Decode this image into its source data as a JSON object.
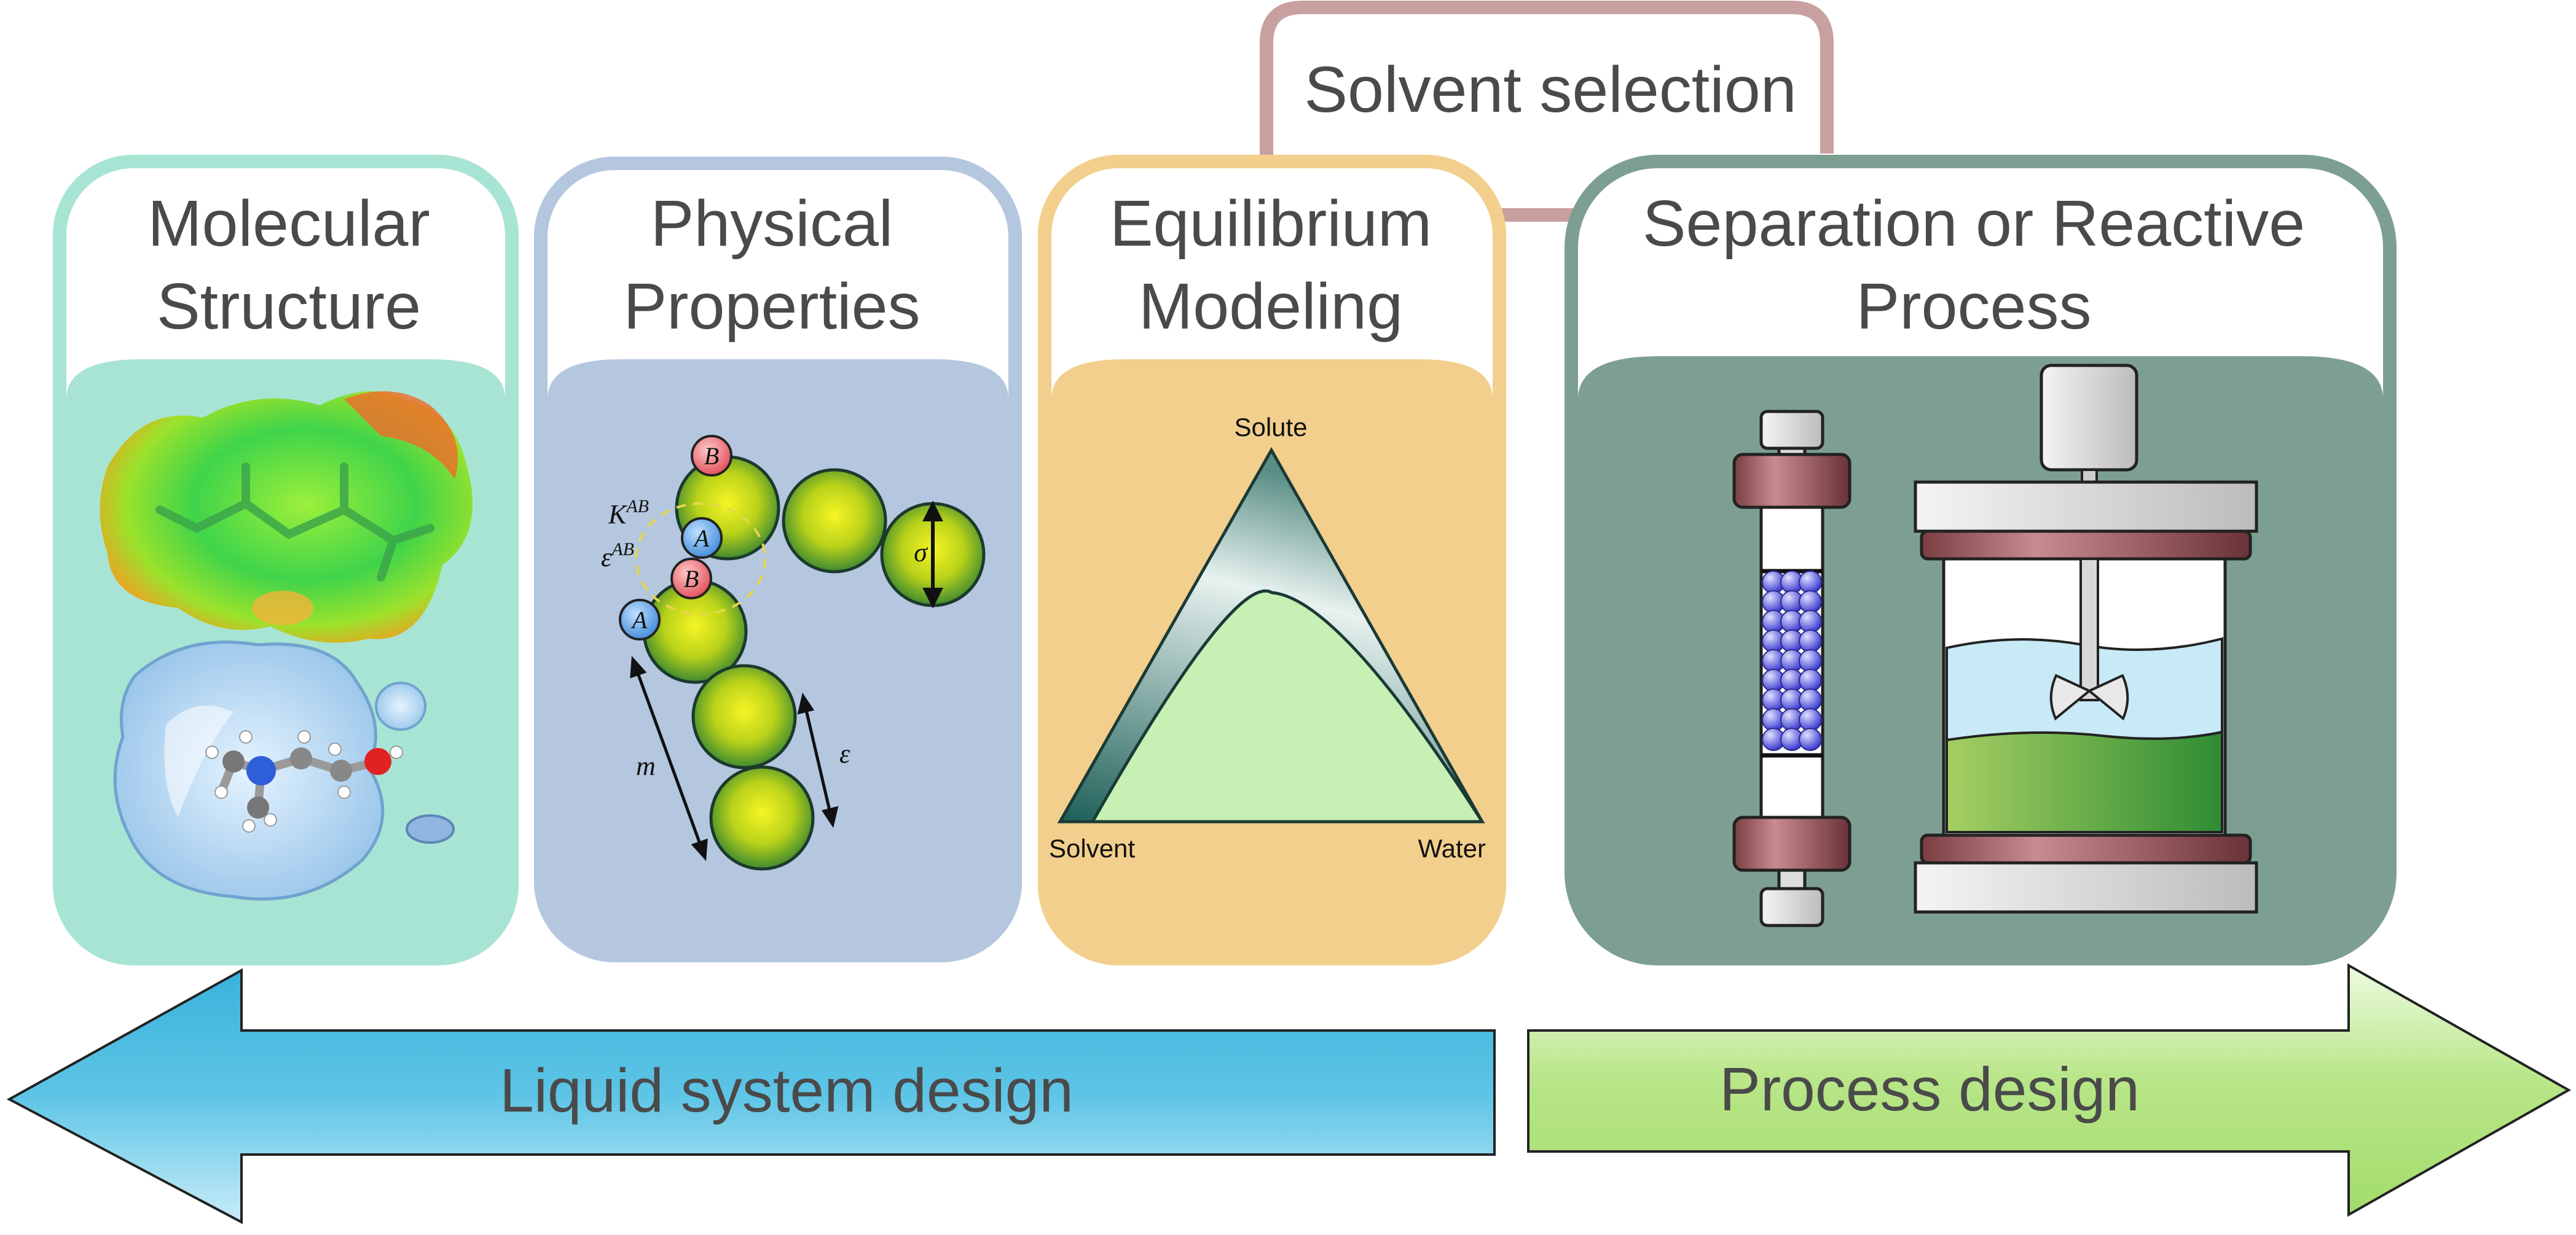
{
  "top_label": "Solvent selection",
  "cards": {
    "molecular": {
      "line1": "Molecular",
      "line2": "Structure"
    },
    "physical": {
      "line1": "Physical",
      "line2": "Properties"
    },
    "equilibrium": {
      "line1": "Equilibrium",
      "line2": "Modeling"
    },
    "process": {
      "line1": "Separation or Reactive",
      "line2": "Process"
    }
  },
  "saft": {
    "site_a": "A",
    "site_b": "B",
    "k_label": "K",
    "k_sup": "AB",
    "eps_label": "ε",
    "eps_sup": "AB",
    "sigma": "σ",
    "m": "m",
    "epsilon": "ε"
  },
  "ternary": {
    "top": "Solute",
    "left": "Solvent",
    "right": "Water"
  },
  "arrows": {
    "left": "Liquid system design",
    "right": "Process design"
  },
  "colors": {
    "molecular_border": "#a8e4d3",
    "physical_border": "#b4c7df",
    "equilibrium_border": "#f2cf8c",
    "process_border": "#7d9f92",
    "top_border": "#c9a0a0",
    "left_arrow": "#3fb2dc",
    "right_arrow": "#a9df74"
  },
  "icons": [
    "esp-molecule-surface",
    "solvation-cluster",
    "saft-chain-segments",
    "ternary-phase-diagram",
    "packed-column",
    "stirred-tank-reactor"
  ]
}
